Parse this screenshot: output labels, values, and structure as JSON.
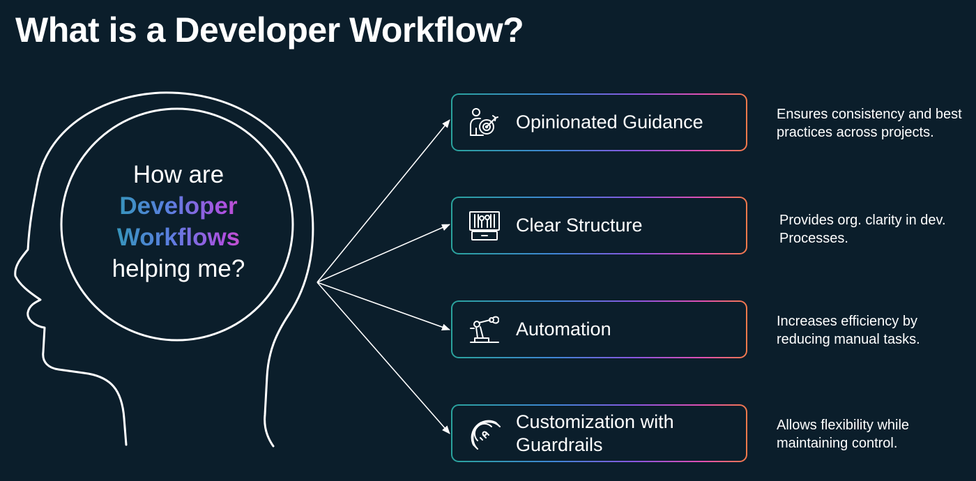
{
  "title": "What is a Developer Workflow?",
  "head": {
    "line1": "How are",
    "line2": "Developer",
    "line3": "Workflows",
    "line4": "helping me?"
  },
  "items": [
    {
      "label": "Opinionated Guidance",
      "icon": "person-target-icon",
      "desc1": "Ensures consistency and best",
      "desc2": "practices across projects."
    },
    {
      "label": "Clear Structure",
      "icon": "toolbox-icon",
      "desc1": "Provides org. clarity in dev.",
      "desc2": "Processes."
    },
    {
      "label": "Automation",
      "icon": "robotic-arm-icon",
      "desc1": "Increases efficiency by",
      "desc2": "reducing manual tasks."
    },
    {
      "label1": "Customization with",
      "label2": "Guardrails",
      "icon": "protractor-icon",
      "desc1": "Allows flexibility while",
      "desc2": "maintaining control."
    }
  ],
  "colors": {
    "background": "#0b1e2b",
    "gradient": [
      "#2aa39c",
      "#3f86d6",
      "#8a56e0",
      "#e24fb2",
      "#f47a4a"
    ]
  }
}
